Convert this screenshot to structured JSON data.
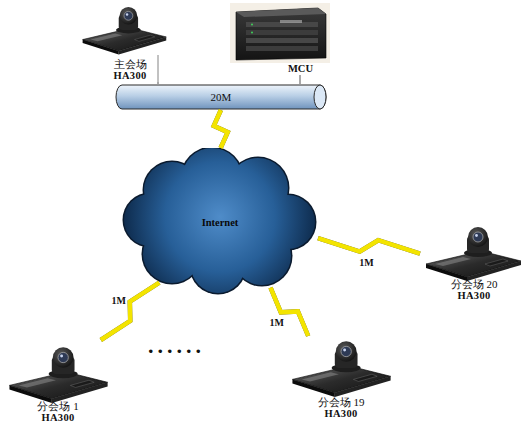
{
  "diagram": {
    "nodes": [
      {
        "text": [
          "主会场",
          "HA300"
        ]
      },
      {
        "text": [
          "MCU"
        ]
      },
      {
        "text": [
          "20M"
        ]
      },
      {
        "text": [
          "Internet"
        ]
      },
      {
        "text": [
          "分会场 20",
          "HA300"
        ]
      },
      {
        "text": [
          "分会场 1",
          "HA300"
        ]
      },
      {
        "text": [
          "分会场 19",
          "HA300"
        ]
      }
    ],
    "edges": [
      {
        "from": 0,
        "to": 2,
        "arrow": "none"
      },
      {
        "from": 1,
        "to": 2,
        "arrow": "none"
      },
      {
        "from": 2,
        "to": 3,
        "arrow": "none"
      },
      {
        "from": 3,
        "to": 4,
        "label": "1M",
        "arrow": "none"
      },
      {
        "from": 3,
        "to": 5,
        "label": "1M",
        "arrow": "none"
      },
      {
        "from": 3,
        "to": 6,
        "label": "1M",
        "arrow": "none"
      }
    ],
    "labels": [
      "......"
    ]
  }
}
